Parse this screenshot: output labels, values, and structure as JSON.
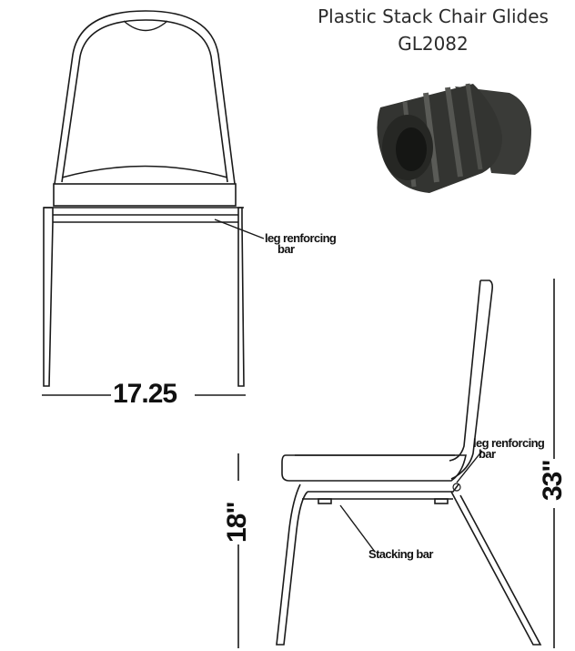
{
  "header": {
    "title_line1": "Plastic Stack Chair Glides",
    "title_line2": "GL2082"
  },
  "front_view": {
    "callout_line1": "leg renforcing",
    "callout_line2": "bar",
    "width_dimension": "17.25"
  },
  "side_view": {
    "callout_line1": "leg renforcing",
    "callout_line2": "bar",
    "stacking_label": "Stacking bar",
    "seat_height": "18\"",
    "overall_height": "33\""
  },
  "colors": {
    "line": "#1a1a1a",
    "glide": "#3a3b38"
  }
}
